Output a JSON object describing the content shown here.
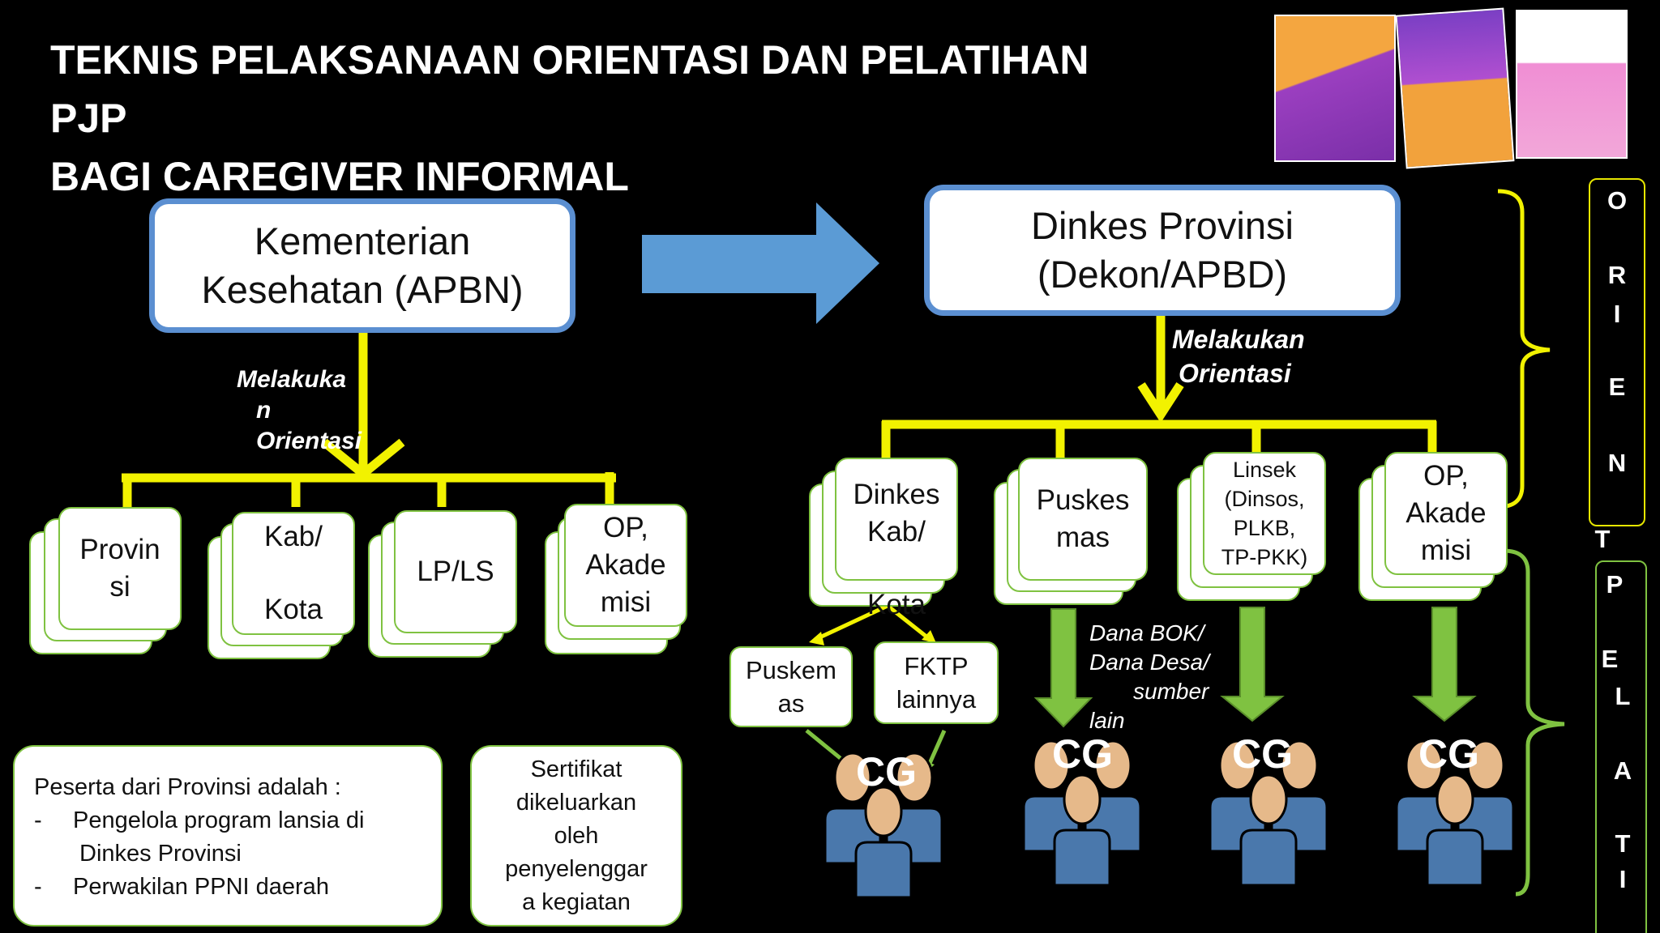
{
  "title": {
    "line1": "TEKNIS PELAKSANAAN ORIENTASI DAN PELATIHAN PJP",
    "line2": "BAGI CAREGIVER INFORMAL"
  },
  "kemenkes": {
    "line1": "Kementerian",
    "line2": "Kesehatan (APBN)"
  },
  "dinkes_prov": {
    "line1": "Dinkes Provinsi",
    "line2": "(Dekon/APBD)"
  },
  "left_label": {
    "line1": "Melakuka",
    "line2": "n",
    "line3": "Orientasi"
  },
  "right_label": {
    "line1": "Melakukan",
    "line2": "Orientasi"
  },
  "left_cards": [
    {
      "line1": "Provin",
      "line2": "si"
    },
    {
      "line1": "Kab/",
      "line2": "Kota"
    },
    {
      "line1": "LP/LS"
    },
    {
      "line1": "OP,",
      "line2": "Akade",
      "line3": "misi"
    }
  ],
  "right_cards": [
    {
      "line1": "Dinkes",
      "line2": "Kab/",
      "line3": "Kota"
    },
    {
      "line1": "Puskes",
      "line2": "mas"
    },
    {
      "line1": "Linsek",
      "line2": "(Dinsos,",
      "line3": "PLKB,",
      "line4": "TP-PKK)"
    },
    {
      "line1": "OP,",
      "line2": "Akade",
      "line3": "misi"
    }
  ],
  "sub_boxes": [
    {
      "line1": "Puskem",
      "line2": "as"
    },
    {
      "line1": "FKTP",
      "line2": "lainnya"
    }
  ],
  "dana_label": {
    "line1": "Dana BOK/",
    "line2": "Dana Desa/",
    "line3": "sumber",
    "line4": "lain"
  },
  "cg_label": "CG",
  "note_peserta": {
    "heading": "Peserta dari Provinsi adalah :",
    "bullet1": "Pengelola program lansia di",
    "bullet1b": "Dinkes Provinsi",
    "bullet2": "Perwakilan PPNI daerah",
    "dash": "-"
  },
  "note_sertifikat": {
    "line1": "Sertifikat",
    "line2": "dikeluarkan",
    "line3": "oleh",
    "line4": "penyelenggar",
    "line5": "a  kegiatan"
  },
  "orientasi_letters": [
    "O",
    "R",
    "I",
    "E",
    "N",
    "T"
  ],
  "pelatihan_letters": [
    "P",
    "E",
    "L",
    "A",
    "T",
    "I"
  ],
  "colors": {
    "background": "#000000",
    "box_border": "#5b8fd1",
    "connector_yellow": "#f2f200",
    "arrow_green": "#7fc241",
    "arrow_blue": "#5b9bd5",
    "person_skin": "#e6b98a",
    "person_body": "#4a78ac"
  }
}
